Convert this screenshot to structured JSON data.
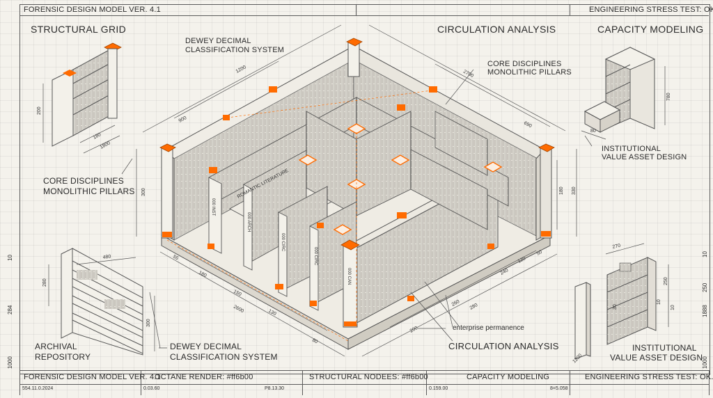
{
  "header": {
    "left": "FORENSIC DESIGN MODEL VER. 4.1",
    "right": "ENGINEERING STRESS TEST: OK"
  },
  "labels": {
    "structural_grid": "STRUCTURAL GRID",
    "circulation_top": "CIRCULATION ANALYSIS",
    "capacity_modeling": "CAPACITY MODELING",
    "dewey_top_1": "DEWEY DECIMAL",
    "dewey_top_2": "CLASSIFICATION SYSTEM",
    "core_top_1": "CORE DISCIPLINES",
    "core_top_2": "MONOLITHIC PILLARS",
    "core_left_1": "CORE DISCIPLINES",
    "core_left_2": "MONOLITHIC PILLARS",
    "institutional_top_1": "INSTITUTIONAL",
    "institutional_top_2": "VALUE ASSET DESIGN",
    "archival_1": "ARCHIVAL",
    "archival_2": "REPOSITORY",
    "dewey_bottom_1": "DEWEY DECIMAL",
    "dewey_bottom_2": "CLASSIFICATION SYSTEM",
    "enterprise": "enterprise permanence",
    "circulation_bottom": "CIRCULATION ANALYSIS",
    "institutional_bottom_1": "INSTITUTIONAL",
    "institutional_bottom_2": "VALUE ASSET DESIGN"
  },
  "shelf_tags": {
    "run": "ROMANTIC LITERATURE",
    "a": "000 INST",
    "b": "000 ARCH",
    "c": "000 CIRC",
    "d": "000 CIRC",
    "e": "000 CAN"
  },
  "dimensions": {
    "d1200": "1200",
    "d2700": "2700",
    "d900": "900",
    "d690": "690",
    "d200_tl": "200",
    "d180_tl": "180",
    "d1800_tl": "1800",
    "d300_left": "300",
    "d180_right": "180",
    "d330_right": "330",
    "d780": "780",
    "d80": "80",
    "d480": "480",
    "d280": "280",
    "d300_bl": "300",
    "d270": "270",
    "d250": "250",
    "d10_br": "10",
    "d55": "55",
    "d180_b": "180",
    "d150": "150",
    "d130": "130",
    "d2600": "2600",
    "d80_b": "80",
    "d260": "260",
    "d280_b": "280",
    "d200_b": "200",
    "d240": "240",
    "d120": "120",
    "d50": "50",
    "d30": "30",
    "d10_br_side": "10",
    "d1200_br": "1200"
  },
  "edge_marks": {
    "left_1": "10",
    "left_2": "284",
    "left_3": "1000",
    "right_1": "10",
    "right_2": "250",
    "right_3": "1888",
    "right_4": "1000"
  },
  "footer": {
    "c1": "FORENSIC DESIGN MODEL VER. 4.1",
    "c2": "OCTANE RENDER: #ff6b00",
    "c3": "STRUCTURAL NODEES: #ff6b00",
    "c4": "CAPACITY MODELING",
    "c5": "ENGINEERING STRESS TEST: OK.",
    "s1": "554.11.0.2024",
    "s2": "0.03.60",
    "s3": "P8.13.30",
    "s4": "0.159.00",
    "s5": "8=5.058"
  },
  "colors": {
    "accent": "#ff6b00",
    "line": "#5a5a5a",
    "paper": "#f4f2ec"
  }
}
